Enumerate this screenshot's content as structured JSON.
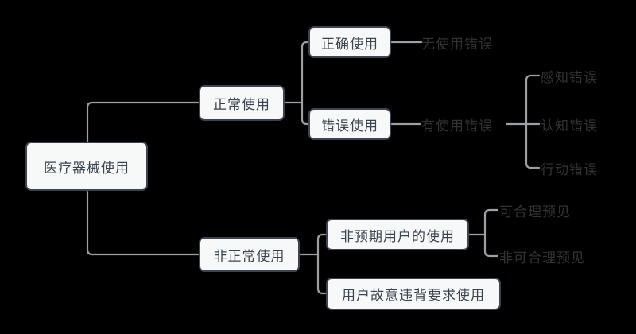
{
  "diagram": {
    "type": "tree-mindmap",
    "background_color": "#000000",
    "node_fill": "#f7f8f8",
    "node_border": "#3c4450",
    "node_text_color": "#3c4450",
    "leaf_text_color": "#333333",
    "link_color": "#9aa0a3",
    "root": {
      "label": "医疗器械使用"
    },
    "branches": [
      {
        "label": "正常使用",
        "children": [
          {
            "label": "正确使用",
            "leaves": [
              "无使用错误"
            ]
          },
          {
            "label": "错误使用",
            "leaves": [
              "有使用错误"
            ],
            "sub_leaves": [
              "感知错误",
              "认知错误",
              "行动错误"
            ]
          }
        ]
      },
      {
        "label": "非正常使用",
        "children": [
          {
            "label": "非预期用户的使用",
            "sub_leaves": [
              "可合理预见",
              "非可合理预见"
            ]
          },
          {
            "label": "用户故意违背要求使用",
            "sub_leaves": []
          }
        ]
      }
    ],
    "nodes": {
      "root": "医疗器械使用",
      "normal_use": "正常使用",
      "correct_use": "正确使用",
      "wrong_use": "错误使用",
      "abnormal_use": "非正常使用",
      "unintended_user": "非预期用户的使用",
      "deliberate_violation": "用户故意违背要求使用"
    },
    "leaves": {
      "no_use_error": "无使用错误",
      "has_use_error": "有使用错误",
      "perception_error": "感知错误",
      "cognition_error": "认知错误",
      "action_error": "行动错误",
      "foreseeable": "可合理预见",
      "not_foreseeable": "非可合理预见"
    }
  }
}
